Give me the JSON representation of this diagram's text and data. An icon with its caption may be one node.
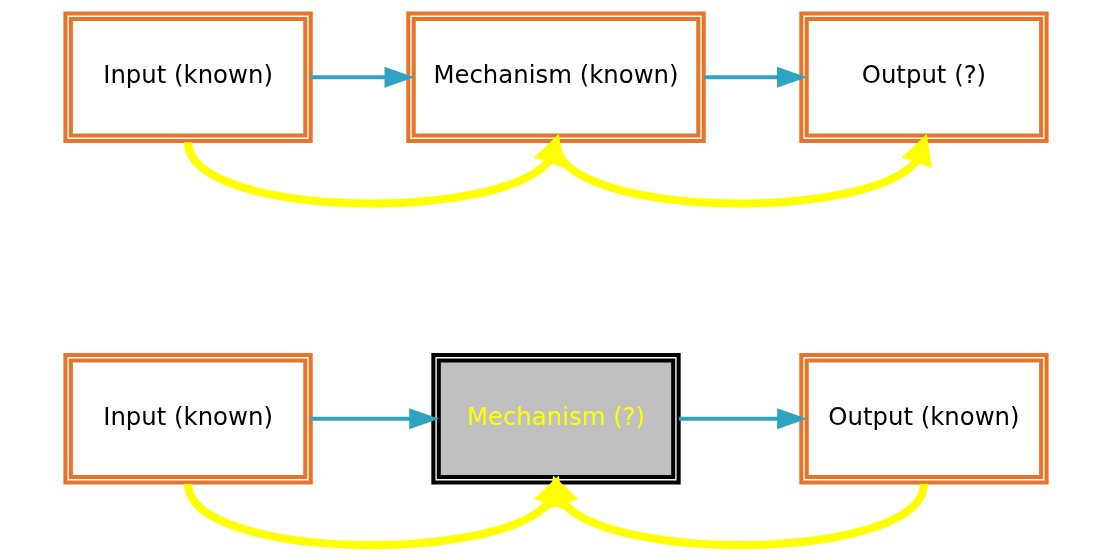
{
  "diagram": {
    "nodes": [
      {
        "text": [
          "Input (known)"
        ]
      },
      {
        "text": [
          "Mechanism (known)"
        ]
      },
      {
        "text": [
          "Output (?)"
        ]
      },
      {
        "text": [
          "Input (known)"
        ]
      },
      {
        "text": [
          "Mechanism (?)"
        ]
      },
      {
        "text": [
          "Output (known)"
        ]
      }
    ],
    "edges": [
      {
        "from": 0,
        "to": 1,
        "arrow": "to"
      },
      {
        "from": 1,
        "to": 2,
        "arrow": "to"
      },
      {
        "from": 0,
        "to": 1,
        "arrow": "to",
        "style": "thick",
        "color": "#ffff00"
      },
      {
        "from": 1,
        "to": 2,
        "arrow": "to",
        "style": "thick",
        "color": "#ffff00"
      },
      {
        "from": 3,
        "to": 4,
        "arrow": "to"
      },
      {
        "from": 4,
        "to": 5,
        "arrow": "to"
      },
      {
        "from": 3,
        "to": 4,
        "arrow": "to",
        "style": "thick",
        "color": "#ffff00"
      },
      {
        "from": 5,
        "to": 4,
        "arrow": "to",
        "style": "thick",
        "color": "#ffff00"
      }
    ]
  }
}
